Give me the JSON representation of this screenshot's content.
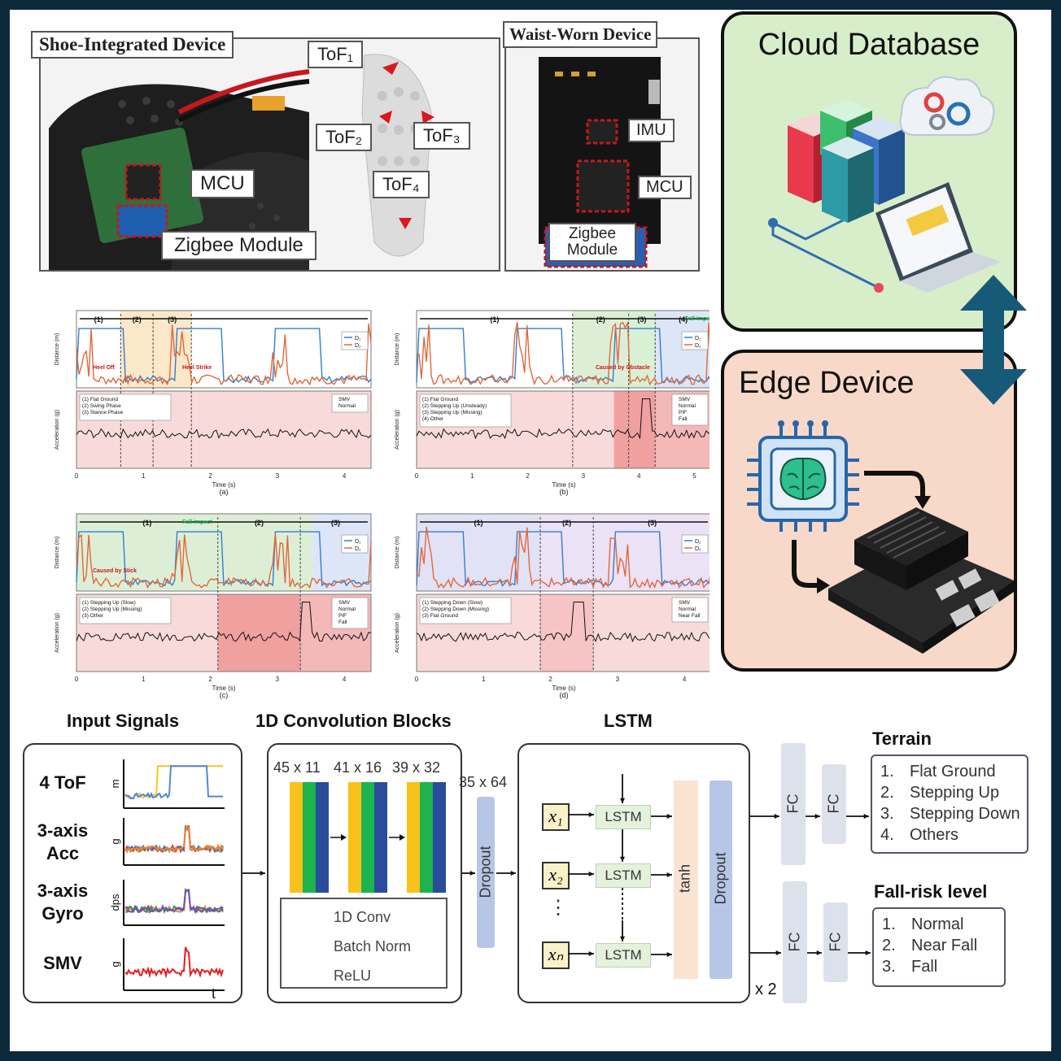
{
  "hardware": {
    "shoe_title": "Shoe-Integrated Device",
    "waist_title": "Waist-Worn Device",
    "tof1": "ToF₁",
    "tof2": "ToF₂",
    "tof3": "ToF₃",
    "tof4": "ToF₄",
    "shoe_mcu": "MCU",
    "shoe_zigbee": "Zigbee Module",
    "waist_imu": "IMU",
    "waist_mcu": "MCU",
    "waist_zigbee_1": "Zigbee",
    "waist_zigbee_2": "Module"
  },
  "system": {
    "cloud_title": "Cloud Database",
    "edge_title": "Edge Device",
    "cloud_color": "#d8eecb",
    "edge_color": "#f8d8c8",
    "arrow_color": "#175a78"
  },
  "plots": [
    {
      "id": "a",
      "caption": "(a)",
      "seg_labels": [
        "(1)",
        "(2)",
        "(3)"
      ],
      "legend_top": [
        "D₁",
        "D₂"
      ],
      "legend_bottom": [
        "SMV",
        "Normal"
      ],
      "notes": [
        "(1) Flat Ground",
        "(2) Swing Phase",
        "(3) Stance Phase"
      ],
      "annotations": [
        "Heel Off",
        "Heel Strike"
      ],
      "xticks": [
        "0",
        "1",
        "2",
        "3",
        "4"
      ],
      "xlabel": "Time (s)",
      "ylabel_top": "Distance (m)",
      "ylabel_bottom": "Acceleration (g)"
    },
    {
      "id": "b",
      "caption": "(b)",
      "seg_labels": [
        "(1)",
        "(2)",
        "(3)",
        "(4)"
      ],
      "legend_top": [
        "D₁",
        "D₂"
      ],
      "legend_bottom": [
        "SMV",
        "Normal",
        "PIF",
        "Fall"
      ],
      "notes": [
        "(1) Flat Ground",
        "(2) Stepping Up (Unsteady)",
        "(3) Stepping Up (Missing)",
        "(4) Other"
      ],
      "annotations": [
        "Caused by Obstacle",
        "Fall Impact"
      ],
      "xticks": [
        "0",
        "1",
        "2",
        "3",
        "4",
        "5"
      ],
      "xlabel": "Time (s)",
      "ylabel_top": "Distance (m)",
      "ylabel_bottom": "Acceleration (g)"
    },
    {
      "id": "c",
      "caption": "(c)",
      "seg_labels": [
        "(1)",
        "(2)",
        "(3)"
      ],
      "legend_top": [
        "D₁",
        "D₂"
      ],
      "legend_bottom": [
        "SMV",
        "Normal",
        "PIF",
        "Fall"
      ],
      "notes": [
        "(1) Stepping Up (Slow)",
        "(2) Stepping Up (Missing)",
        "(3) Other"
      ],
      "annotations": [
        "Caused by Stick",
        "Fall Impact"
      ],
      "xticks": [
        "0",
        "1",
        "2",
        "3",
        "4"
      ],
      "xlabel": "Time (s)",
      "ylabel_top": "Distance (m)",
      "ylabel_bottom": "Acceleration (g)"
    },
    {
      "id": "d",
      "caption": "(d)",
      "seg_labels": [
        "(1)",
        "(2)",
        "(3)"
      ],
      "legend_top": [
        "D₁",
        "D₂"
      ],
      "legend_bottom": [
        "SMV",
        "Normal",
        "Near Fall"
      ],
      "notes": [
        "(1) Stepping Down (Slow)",
        "(2) Stepping Down (Missing)",
        "(3) Flat Ground"
      ],
      "annotations": [],
      "xticks": [
        "0",
        "1",
        "2",
        "3",
        "4"
      ],
      "xlabel": "Time (s)",
      "ylabel_top": "Distance (m)",
      "ylabel_bottom": "Acceleration (g)"
    }
  ],
  "pipeline": {
    "input_title": "Input Signals",
    "conv_title": "1D Convolution Blocks",
    "lstm_title": "LSTM",
    "inputs": [
      {
        "name_1": "4 ToF",
        "name_2": "",
        "unit": "m"
      },
      {
        "name_1": "3-axis",
        "name_2": "Acc",
        "unit": "g"
      },
      {
        "name_1": "3-axis",
        "name_2": "Gyro",
        "unit": "dps"
      },
      {
        "name_1": "SMV",
        "name_2": "",
        "unit": "g"
      }
    ],
    "time_axis": "t",
    "conv_dims": [
      "45 x 11",
      "41 x 16",
      "39 x 32"
    ],
    "dropout_dim": "35 x 64",
    "legend": [
      "1D Conv",
      "Batch Norm",
      "ReLU"
    ],
    "legend_colors": [
      "#f7c21b",
      "#1db34f",
      "#2b4c9b"
    ],
    "dropout": "Dropout",
    "lstm_cell": "LSTM",
    "x_inputs": [
      "x₁",
      "x₂",
      "xₙ"
    ],
    "dots": "⋮",
    "tanh": "tanh",
    "repeat": "x 2",
    "fc": "FC",
    "terrain_title": "Terrain",
    "terrain_items": [
      {
        "n": "1.",
        "label": "Flat Ground"
      },
      {
        "n": "2.",
        "label": "Stepping Up"
      },
      {
        "n": "3.",
        "label": "Stepping Down"
      },
      {
        "n": "4.",
        "label": "Others"
      }
    ],
    "risk_title": "Fall-risk level",
    "risk_items": [
      {
        "n": "1.",
        "label": "Normal"
      },
      {
        "n": "2.",
        "label": "Near Fall"
      },
      {
        "n": "3.",
        "label": "Fall"
      }
    ]
  }
}
